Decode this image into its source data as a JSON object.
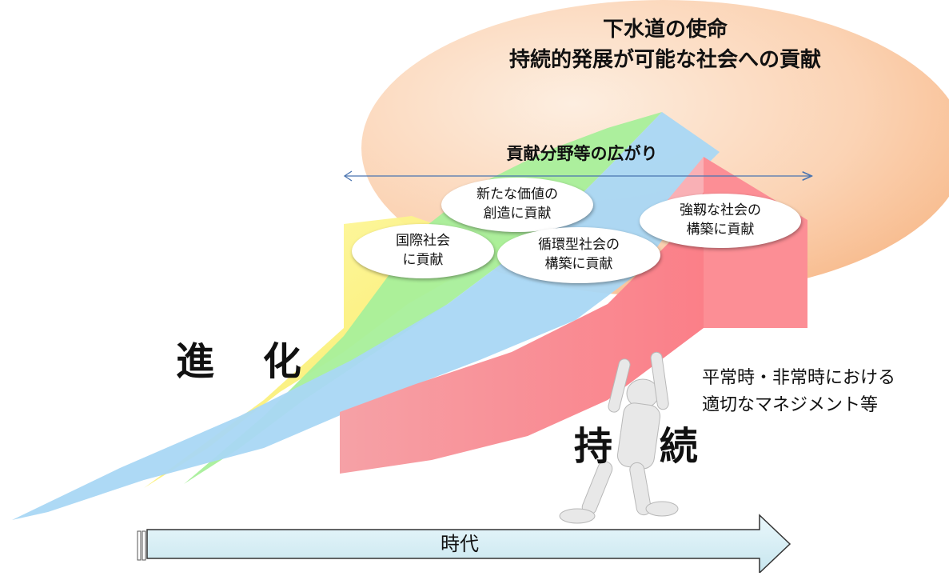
{
  "mission": {
    "title": "下水道の使命",
    "subtitle": "持続的発展が可能な社会への貢献"
  },
  "spread_label": "貢献分野等の広がり",
  "contributions": [
    {
      "line1": "国際社会",
      "line2": "に貢献"
    },
    {
      "line1": "新たな価値の",
      "line2": "創造に貢献"
    },
    {
      "line1": "循環型社会の",
      "line2": "構築に貢献"
    },
    {
      "line1": "強靱な社会の",
      "line2": "構築に貢献"
    }
  ],
  "evolution": {
    "char1": "進",
    "char2": "化"
  },
  "sustain": {
    "char1": "持",
    "char2": "続"
  },
  "management": {
    "line1": "平常時・非常時における",
    "line2": "適切なマネジメント等"
  },
  "timeline_label": "時代",
  "colors": {
    "ellipse": "#f9c8a0",
    "yellow_band": "#fff07a",
    "green_band": "#a8ef9a",
    "blue_band": "#a9d7f4",
    "red_band": "#f9a3a8",
    "timeline_arrow": "#d6eef4"
  }
}
